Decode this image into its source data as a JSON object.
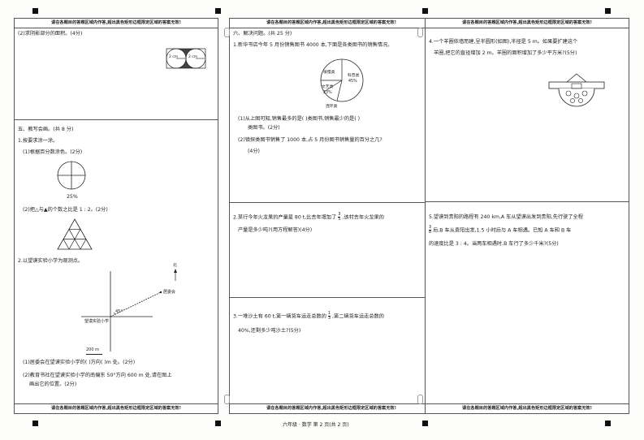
{
  "notice": "请在各题目的答题区域内作答,超出黑色矩形边框限定区域的答案无效!",
  "footer_page": "六年级 · 数学   第 2 页(共 2 页)",
  "col1": {
    "q2_2": "(2)求阴影部分的面积。(4分)",
    "circle_label_left": "2 cm",
    "circle_label_right": "2 cm",
    "section5_title": "五、教写会画。(共 8 分)",
    "q1": "1.按要求涂一涂。",
    "q1_1": "(1)根据百分数涂色。(2分)",
    "percent": "25%",
    "q1_2": "(2)把△与▲的个数之比是 1 : 2。(2分)",
    "q2": "2.以望谟实验小学为观测点。",
    "north": "北",
    "angle": "45°",
    "place_a": "居委会",
    "place_b": "望谟实验小学",
    "scale": "200 m",
    "q2_1": "(1)居委会在望谟实验小学的(        )方向(      )m 处。(2分)",
    "q2_2b": "(2)教育书社在望谟实验小学的南偏东 50°方向 600 m 处,请在图上",
    "q2_2c": "画出它的位置。(2分)"
  },
  "col2": {
    "section6_title": "六、解决问题。(共 25 分)",
    "q1": "1.新华书店今年 5 月份销售图书 4000 本,下面是各类图书的销售情况。",
    "pie_labels": [
      "很慢类",
      "科普类",
      "文艺类",
      "连环类"
    ],
    "pie_values": [
      "45%",
      "23%"
    ],
    "q1_1a": "(1)从上图可知,销售最多的是(        )类图书,销售最少的是(        )",
    "q1_1b": "类图书。(2分)",
    "q1_2a": "(2)镇探类图书销售了 1000 本,占 5 月份图书销售量的百分之几?",
    "q1_2b": "(4分)",
    "q2a": "2.某行今年火龙果的产量是 80 t,比去年增加了",
    "q2_num": "3",
    "q2_den": "5",
    "q2b": ",该村去年火龙果的",
    "q2c": "产量是多少吨?(用方程解答)(4分)",
    "q3a": "3.一堆沙土有 60 t,第一辆货车运走总数的",
    "q3_num": "1",
    "q3_den": "3",
    "q3b": ",第二辆货车运走总数的",
    "q3c": "40%,还剩多少吨沙土?(5分)"
  },
  "col3": {
    "q4a": "4.一个羊圈依墙而建,呈半圆形(如图),半径是 5 m。如果要扩建这个",
    "q4b": "羊圈,把它的直径增加 2 m。羊圈的面积增加了多少平方米?(5分)",
    "q5a": "5.望谟到贵阳的路程有 240 km,A 车从望谟出发到贵阳,先行驶了全程",
    "q5_num": "3",
    "q5_den": "8",
    "q5b": "后,B 车从贵阳出发,1.5 小时后与 A 车相遇。已知 A 车和 B 车",
    "q5c": "的速度比是 3 : 4。当两车相遇时,B 车行了多少千米?(5分)"
  }
}
